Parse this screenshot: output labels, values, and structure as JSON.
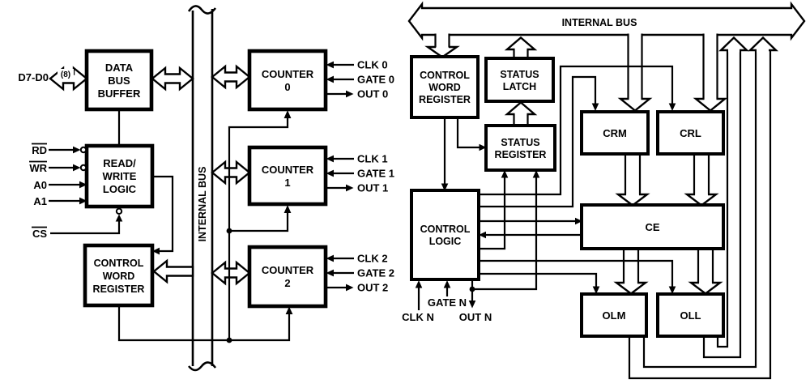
{
  "left": {
    "bus_label": "INTERNAL BUS",
    "d7_d0_label": "D7-D0",
    "bus_width_label": "(8)",
    "data_bus_buffer": {
      "line1": "DATA",
      "line2": "BUS",
      "line3": "BUFFER"
    },
    "read_write_logic": {
      "line1": "READ/",
      "line2": "WRITE",
      "line3": "LOGIC"
    },
    "control_word_register": {
      "line1": "CONTROL",
      "line2": "WORD",
      "line3": "REGISTER"
    },
    "pins": {
      "rd": "RD",
      "wr": "WR",
      "a0": "A0",
      "a1": "A1",
      "cs": "CS"
    },
    "counter0": {
      "line1": "COUNTER",
      "line2": "0",
      "clk": "CLK 0",
      "gate": "GATE 0",
      "out": "OUT 0"
    },
    "counter1": {
      "line1": "COUNTER",
      "line2": "1",
      "clk": "CLK 1",
      "gate": "GATE 1",
      "out": "OUT 1"
    },
    "counter2": {
      "line1": "COUNTER",
      "line2": "2",
      "clk": "CLK 2",
      "gate": "GATE 2",
      "out": "OUT 2"
    }
  },
  "right": {
    "bus_label": "INTERNAL BUS",
    "control_word_register": {
      "line1": "CONTROL",
      "line2": "WORD",
      "line3": "REGISTER"
    },
    "status_latch": {
      "line1": "STATUS",
      "line2": "LATCH"
    },
    "status_register": {
      "line1": "STATUS",
      "line2": "REGISTER"
    },
    "control_logic": {
      "line1": "CONTROL",
      "line2": "LOGIC"
    },
    "crm_label": "CRM",
    "crl_label": "CRL",
    "ce_label": "CE",
    "olm_label": "OLM",
    "oll_label": "OLL",
    "clk_n_label": "CLK N",
    "gate_n_label": "GATE N",
    "out_n_label": "OUT N"
  }
}
